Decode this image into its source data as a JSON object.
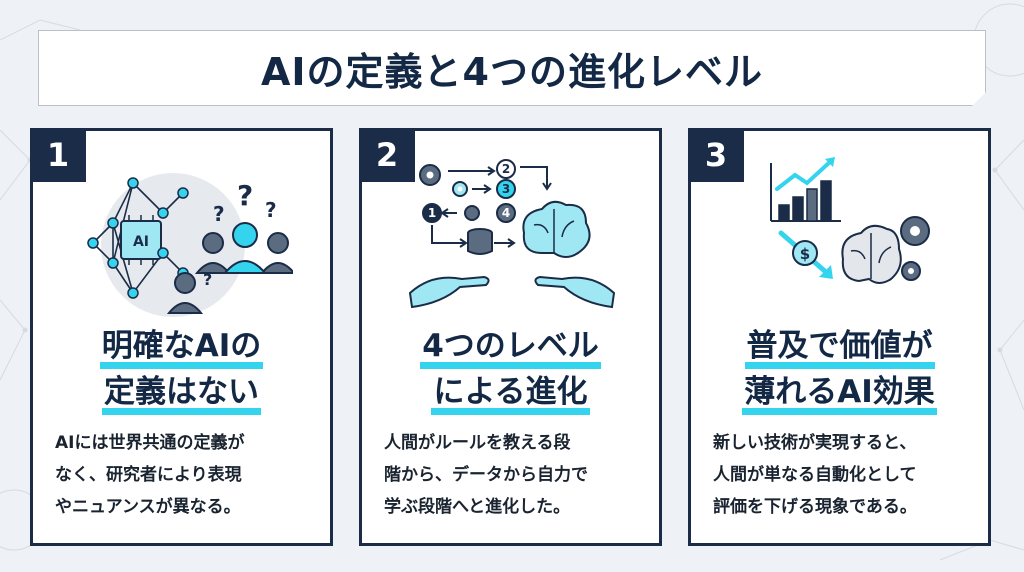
{
  "title": "AIの定義と4つの進化レベル",
  "colors": {
    "navy": "#1a2c47",
    "accent": "#35d4ee",
    "background": "#eef1f5"
  },
  "cards": [
    {
      "number": "1",
      "icon": "ai-network-confused-people-icon",
      "heading_lines": [
        "明確なAIの",
        "定義はない"
      ],
      "body_lines": [
        "AIには世界共通の定義が",
        "なく、研究者により表現",
        "やニュアンスが異なる。"
      ],
      "illustration_text": {
        "ai_chip": "AI",
        "q1": "?",
        "q2": "?",
        "q3": "?",
        "q4": "?"
      }
    },
    {
      "number": "2",
      "icon": "rule-to-data-learning-icon",
      "heading_lines": [
        "4つのレベル",
        "による進化"
      ],
      "body_lines": [
        "人間がルールを教える段",
        "階から、データから自力で",
        "学ぶ段階へと進化した。"
      ],
      "illustration_text": {
        "l1": "1",
        "l2": "2",
        "l3": "3",
        "l4": "4"
      }
    },
    {
      "number": "3",
      "icon": "declining-value-chart-icon",
      "heading_lines": [
        "普及で価値が",
        "薄れるAI効果"
      ],
      "body_lines": [
        "新しい技術が実現すると、",
        "人間が単なる自動化として",
        "評価を下げる現象である。"
      ],
      "illustration_text": {
        "dollar": "$"
      }
    }
  ]
}
